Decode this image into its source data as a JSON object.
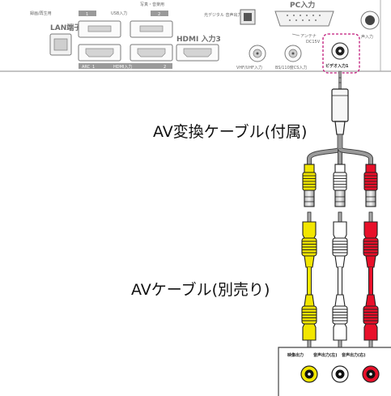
{
  "tv_panel": {
    "label_monitor": "録画/再生用",
    "label_usb1": "1",
    "label_usb": "USB入力",
    "label_usb2": "2",
    "label_photo": "写真・音楽用",
    "label_lan": "LAN端子",
    "label_hdmi_arc": "ARC",
    "label_hdmi_in": "HDMI入力",
    "label_hdmi1": "1",
    "label_hdmi2": "2",
    "label_hdmi3": "HDMI 入力3",
    "label_optical": "光デジタル 音声出力",
    "label_pc": "PC入力",
    "label_vhf": "VHF/UHF入力",
    "label_bs": "BS/110度CS入力",
    "label_antenna": "アンテナ",
    "label_dc": "DC15V",
    "label_audio_in": "声入力",
    "label_video_in": "ビデオ入力1"
  },
  "labels": {
    "converter": "AV変換ケーブル(付属)",
    "av_cable": "AVケーブル(別売り)"
  },
  "device": {
    "port_video": "映像出力",
    "port_audio_l": "音声出力(左)",
    "port_audio_r": "音声出力(右)"
  },
  "colors": {
    "yellow": "#f2e600",
    "white": "#ffffff",
    "red": "#e8102a",
    "highlight": "#c0187a",
    "panel_line": "#9a9a9a"
  }
}
